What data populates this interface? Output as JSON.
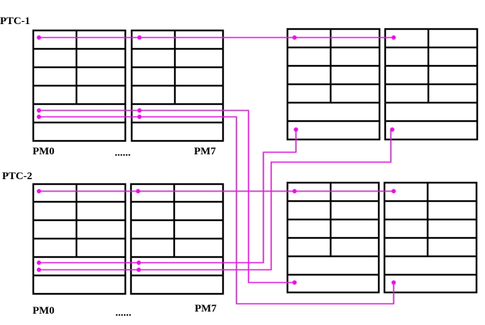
{
  "labels": {
    "ptc1": "PTC-1",
    "ptc2": "PTC-2",
    "pm0_top": "PM0",
    "pm7_top": "PM7",
    "dots_top": "......",
    "pm0_bottom": "PM0",
    "pm7_bottom": "PM7",
    "dots_bottom": "......"
  },
  "colors": {
    "grid": "#000000",
    "connection": "#ff00ff",
    "background": "#ffffff"
  }
}
